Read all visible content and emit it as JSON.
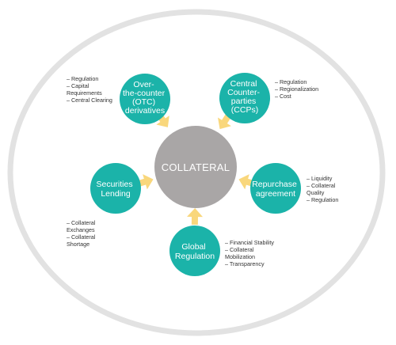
{
  "colors": {
    "ring": "#e2e2e2",
    "center": "#a9a6a6",
    "node": "#1bb3a9",
    "arrow": "#f9d77c",
    "note_text": "#333333"
  },
  "center": {
    "label": "COLLATERAL"
  },
  "nodes": [
    {
      "id": "otc",
      "lines": [
        "Over-",
        "the-counter",
        "(OTC)",
        "derivatives"
      ],
      "notes": [
        "– Regulation",
        "– Capital",
        "  Requirements",
        "– Central Clearing"
      ]
    },
    {
      "id": "ccp",
      "lines": [
        "Central",
        "Counter-",
        "parties",
        "(CCPs)"
      ],
      "notes": [
        "– Regulation",
        "– Regionalization",
        "– Cost"
      ]
    },
    {
      "id": "securities",
      "lines": [
        "Securities",
        "Lending"
      ],
      "notes": [
        "– Collateral",
        "  Exchanges",
        "– Collateral",
        "  Shortage"
      ]
    },
    {
      "id": "repo",
      "lines": [
        "Repurchase",
        "agreement"
      ],
      "notes": [
        "– Liquidity",
        "– Collateral",
        "  Quality",
        "– Regulation"
      ]
    },
    {
      "id": "global",
      "lines": [
        "Global",
        "Regulation"
      ],
      "notes": [
        "– Financial Stability",
        "– Collateral",
        "  Mobilization",
        "– Transparency"
      ]
    }
  ]
}
